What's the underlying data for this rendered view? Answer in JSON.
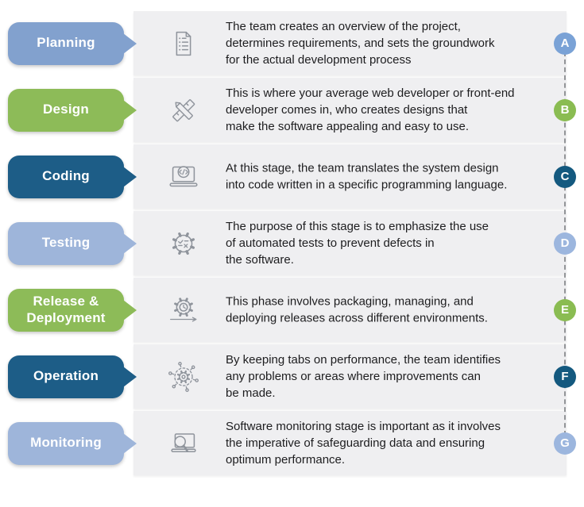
{
  "colors": {
    "panel_bg": "#efeff1",
    "icon_stroke": "#8f949c",
    "timeline_dash": "#939598",
    "body_text": "#1d1d1f",
    "label_text": "#ffffff"
  },
  "stages": [
    {
      "label": "Planning",
      "letter": "A",
      "color": "#82a1ce",
      "badge_color": "#7aa2d6",
      "icon": "checklist-document-icon",
      "description": "The team creates an overview of the project,\ndetermines requirements, and sets the groundwork\nfor the actual development process"
    },
    {
      "label": "Design",
      "letter": "B",
      "color": "#8dbb58",
      "badge_color": "#8abc52",
      "icon": "pencil-ruler-icon",
      "description": "This is where your average web developer or front-end\ndeveloper comes in, who creates designs that\nmake the software appealing and easy to use."
    },
    {
      "label": "Coding",
      "letter": "C",
      "color": "#1d5d87",
      "badge_color": "#14597f",
      "icon": "laptop-code-icon",
      "description": "At this stage, the team translates the system design\ninto code written in a specific programming language."
    },
    {
      "label": "Testing",
      "letter": "D",
      "color": "#9eb5da",
      "badge_color": "#9cb6de",
      "icon": "gear-checklist-icon",
      "description": "The purpose of this stage is to emphasize the use\nof automated tests to prevent defects in\nthe software."
    },
    {
      "label": "Release &\nDeployment",
      "letter": "E",
      "color": "#8dbb58",
      "badge_color": "#8abc52",
      "icon": "gear-clock-arrow-icon",
      "description": "This phase involves packaging, managing, and\ndeploying releases across different environments."
    },
    {
      "label": "Operation",
      "letter": "F",
      "color": "#1d5d87",
      "badge_color": "#14597f",
      "icon": "network-gear-icon",
      "description": "By keeping tabs on performance, the team identifies\nany problems or areas where improvements can\nbe made."
    },
    {
      "label": "Monitoring",
      "letter": "G",
      "color": "#9eb5da",
      "badge_color": "#9cb6de",
      "icon": "laptop-magnifier-icon",
      "description": "Software monitoring stage is important as it involves\nthe imperative of safeguarding data and ensuring\noptimum performance."
    }
  ]
}
